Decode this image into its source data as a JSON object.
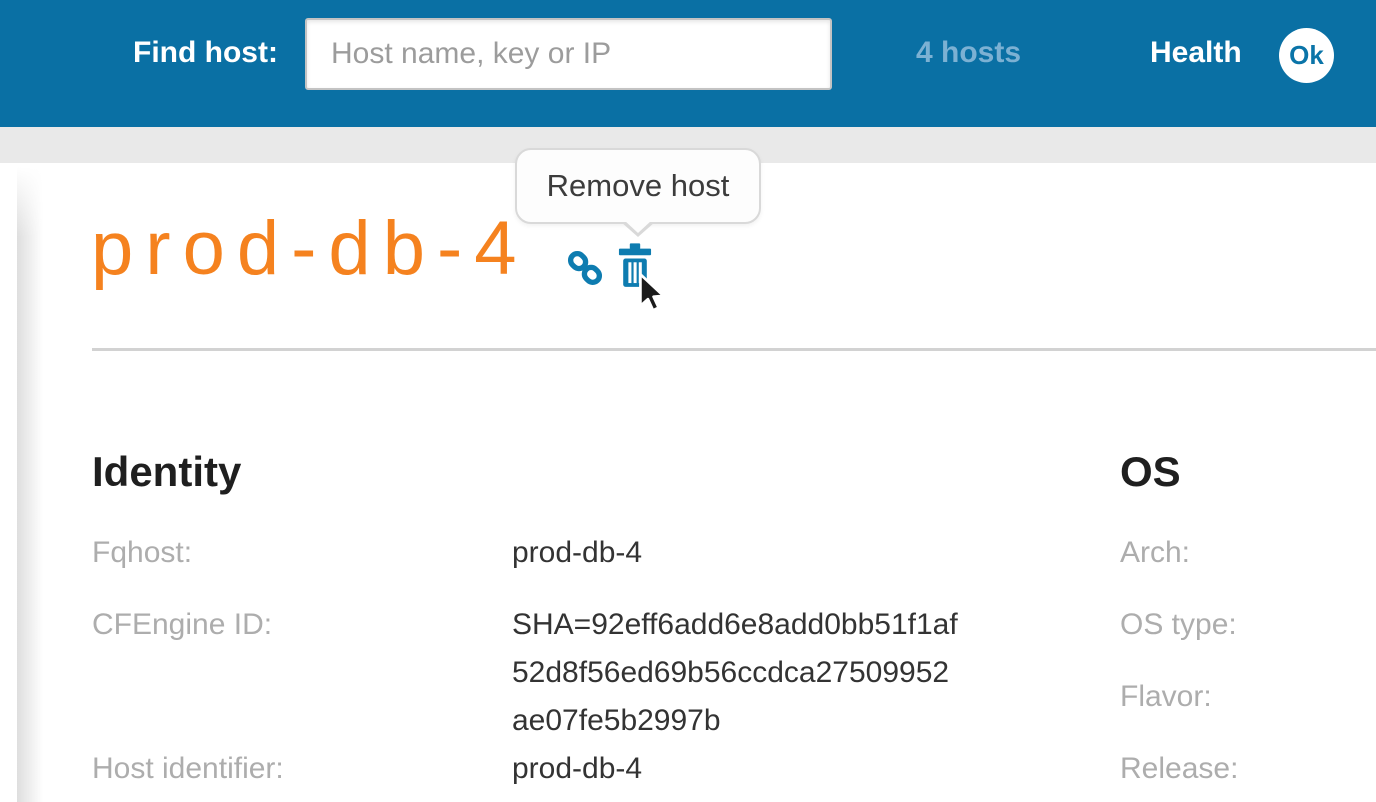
{
  "topbar": {
    "find_host_label": "Find host:",
    "search": {
      "placeholder": "Host name, key or IP",
      "value": ""
    },
    "hosts_count": "4 hosts",
    "health_label": "Health",
    "health_status": "Ok"
  },
  "tooltip": {
    "text": "Remove host"
  },
  "host": {
    "title": "prod-db-4"
  },
  "sections": {
    "identity": {
      "heading": "Identity",
      "rows": [
        {
          "label": "Fqhost:",
          "value": "prod-db-4"
        },
        {
          "label": "CFEngine ID:",
          "value": "SHA=92eff6add6e8add0bb51f1af52d8f56ed69b56ccdca27509952ae07fe5b2997b"
        },
        {
          "label": "Host identifier:",
          "value": "prod-db-4"
        }
      ]
    },
    "os": {
      "heading": "OS",
      "rows": [
        {
          "label": "Arch:",
          "value": ""
        },
        {
          "label": "OS type:",
          "value": ""
        },
        {
          "label": "Flavor:",
          "value": ""
        },
        {
          "label": "Release:",
          "value": ""
        }
      ]
    }
  },
  "icons": {
    "link": "link-icon",
    "trash": "trash-icon",
    "cursor": "cursor-arrow-icon"
  },
  "colors": {
    "topbar_blue": "#0a70a4",
    "accent_orange": "#f5821f",
    "icon_blue": "#0e7cb0",
    "hosts_link_blue": "#7cb1d3",
    "strip_gray": "#e9e9e9"
  }
}
